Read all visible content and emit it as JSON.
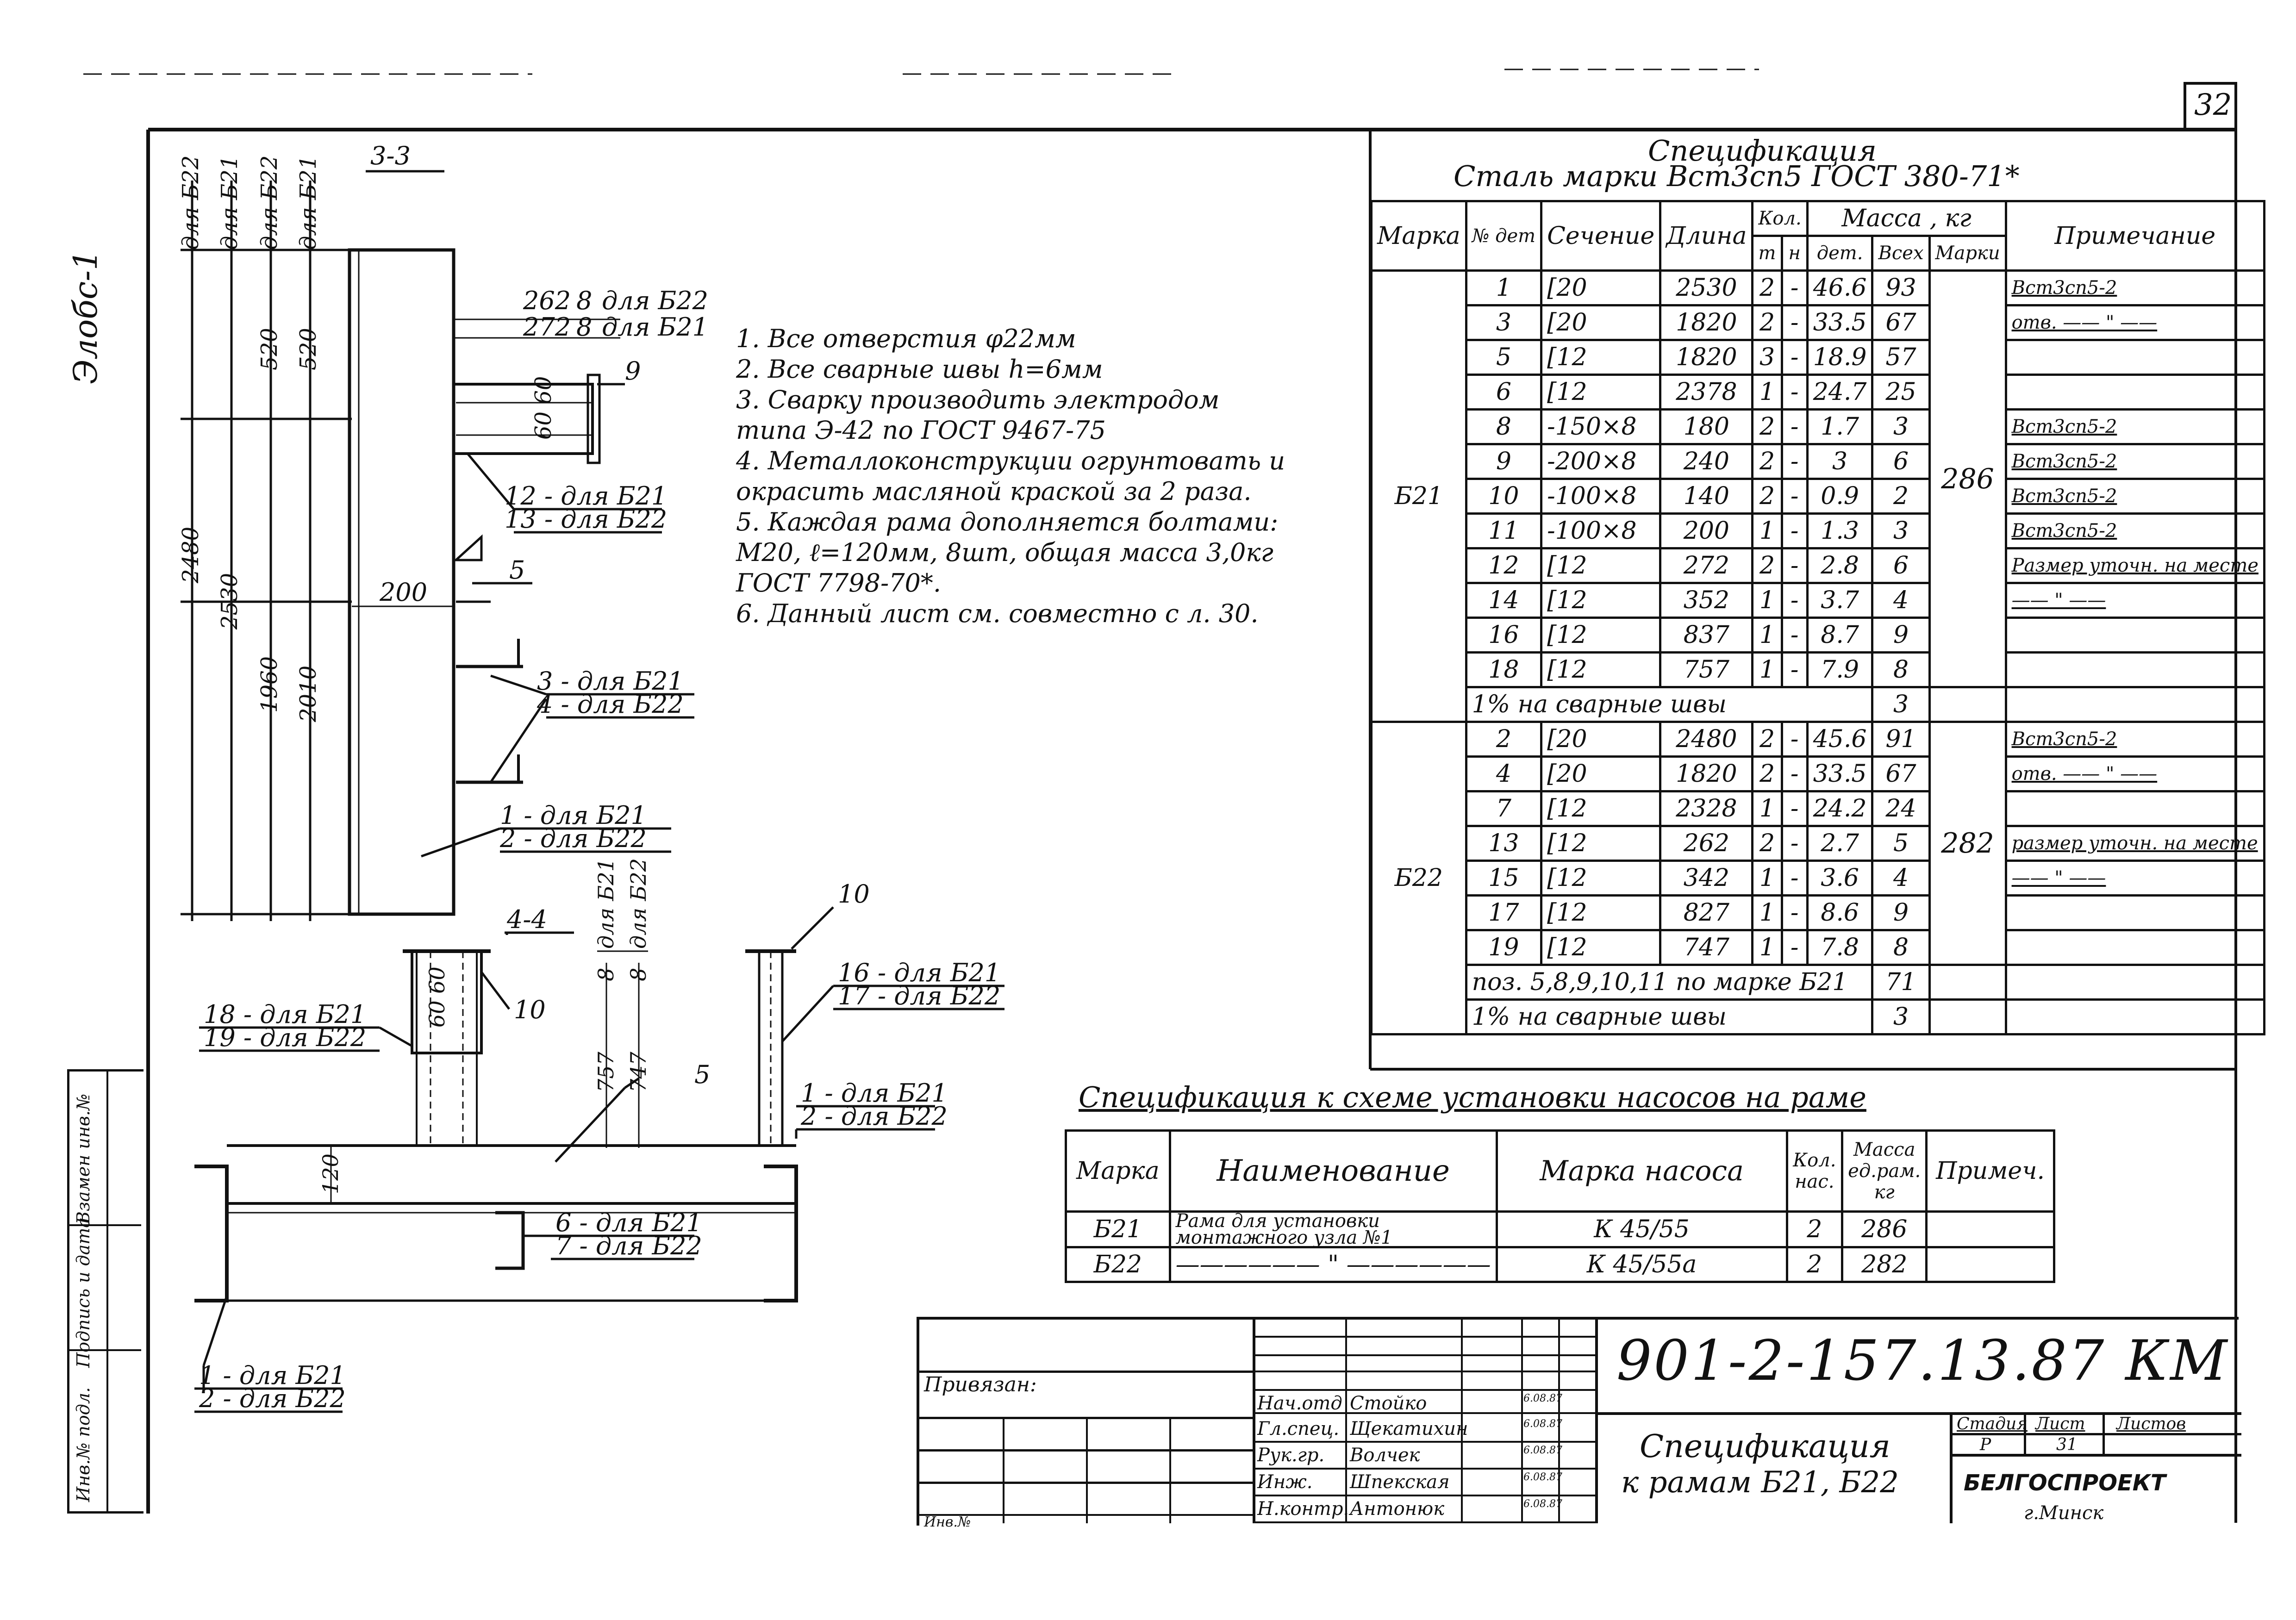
{
  "sheet_number": "32",
  "section_33": {
    "label": "3-3",
    "col_labels": [
      "для Б22",
      "для Б21",
      "для Б22",
      "для Б21"
    ],
    "dims_vertical": [
      "2480",
      "2530",
      "520",
      "520",
      "1960",
      "2010"
    ],
    "dim_200": "200",
    "dims_top": [
      {
        "value": "262",
        "n": "8",
        "for": "для Б22"
      },
      {
        "value": "272",
        "n": "8",
        "for": "для Б21"
      }
    ],
    "dim_6060": "60 60",
    "callouts": [
      "9",
      "12 - для Б21",
      "13 - для Б22",
      "5",
      "3 - для Б21",
      "4 - для Б22",
      "1 - для Б21",
      "2 - для Б22"
    ]
  },
  "section_44": {
    "label": "4-4",
    "dims_vertical": [
      "8",
      "для Б21",
      "8",
      "для Б22",
      "757",
      "747",
      "120"
    ],
    "dim_6060": "60 60",
    "callouts": [
      "10",
      "10",
      "16 - для Б21",
      "17 - для Б22",
      "18 - для Б21",
      "19 - для Б22",
      "5",
      "1 - для Б21",
      "2 - для Б22",
      "6 - для Б21",
      "7 - для Б22",
      "1 - для Б21",
      "2 - для Б22"
    ]
  },
  "margin_note": "Элобс-1",
  "notes": [
    "1. Все отверстия φ22мм",
    "2. Все сварные швы h=6мм",
    "3. Сварку производить электродом",
    "типа Э-42 по ГОСТ 9467-75",
    "4. Металлоконструкции огрунтовать и",
    "окрасить масляной краской за 2 раза.",
    "5. Каждая рама дополняется болтами:",
    "М20, ℓ=120мм, 8шт, общая масса 3,0кг",
    "ГОСТ 7798-70*.",
    "6. Данный лист см. совместно с л. 30."
  ],
  "spec": {
    "title": "Спецификация",
    "subtitle": "Сталь марки Вст3сп5 ГОСТ 380-71*",
    "headers": {
      "marka": "Марка",
      "num": "№ дет",
      "section": "Сечение",
      "length": "Длина",
      "qty": "Кол.",
      "qty_t": "т",
      "qty_n": "н",
      "mass": "Масса , кг",
      "mass_det": "дет.",
      "mass_all": "Всех",
      "mass_marka": "Марки",
      "note": "Примечание"
    },
    "groups": [
      {
        "marka": "Б21",
        "total": "286",
        "rows": [
          {
            "n": "1",
            "s": "[20",
            "l": "2530",
            "t": "2",
            "h": "-",
            "md": "46.6",
            "ma": "93",
            "note": "Вст3сп5-2"
          },
          {
            "n": "3",
            "s": "[20",
            "l": "1820",
            "t": "2",
            "h": "-",
            "md": "33.5",
            "ma": "67",
            "note": "отв. —— \" ——"
          },
          {
            "n": "5",
            "s": "[12",
            "l": "1820",
            "t": "3",
            "h": "-",
            "md": "18.9",
            "ma": "57",
            "note": ""
          },
          {
            "n": "6",
            "s": "[12",
            "l": "2378",
            "t": "1",
            "h": "-",
            "md": "24.7",
            "ma": "25",
            "note": ""
          },
          {
            "n": "8",
            "s": "-150×8",
            "l": "180",
            "t": "2",
            "h": "-",
            "md": "1.7",
            "ma": "3",
            "note": "Вст3сп5-2"
          },
          {
            "n": "9",
            "s": "-200×8",
            "l": "240",
            "t": "2",
            "h": "-",
            "md": "3",
            "ma": "6",
            "note": "Вст3сп5-2"
          },
          {
            "n": "10",
            "s": "-100×8",
            "l": "140",
            "t": "2",
            "h": "-",
            "md": "0.9",
            "ma": "2",
            "note": "Вст3сп5-2"
          },
          {
            "n": "11",
            "s": "-100×8",
            "l": "200",
            "t": "1",
            "h": "-",
            "md": "1.3",
            "ma": "3",
            "note": "Вст3сп5-2"
          },
          {
            "n": "12",
            "s": "[12",
            "l": "272",
            "t": "2",
            "h": "-",
            "md": "2.8",
            "ma": "6",
            "note": "Размер уточн. на месте"
          },
          {
            "n": "14",
            "s": "[12",
            "l": "352",
            "t": "1",
            "h": "-",
            "md": "3.7",
            "ma": "4",
            "note": "—— \" ——"
          },
          {
            "n": "16",
            "s": "[12",
            "l": "837",
            "t": "1",
            "h": "-",
            "md": "8.7",
            "ma": "9",
            "note": ""
          },
          {
            "n": "18",
            "s": "[12",
            "l": "757",
            "t": "1",
            "h": "-",
            "md": "7.9",
            "ma": "8",
            "note": ""
          }
        ],
        "welds": {
          "label": "1% на сварные швы",
          "value": "3"
        }
      },
      {
        "marka": "Б22",
        "total": "282",
        "rows": [
          {
            "n": "2",
            "s": "[20",
            "l": "2480",
            "t": "2",
            "h": "-",
            "md": "45.6",
            "ma": "91",
            "note": "Вст3сп5-2"
          },
          {
            "n": "4",
            "s": "[20",
            "l": "1820",
            "t": "2",
            "h": "-",
            "md": "33.5",
            "ma": "67",
            "note": "отв. —— \" ——"
          },
          {
            "n": "7",
            "s": "[12",
            "l": "2328",
            "t": "1",
            "h": "-",
            "md": "24.2",
            "ma": "24",
            "note": ""
          },
          {
            "n": "13",
            "s": "[12",
            "l": "262",
            "t": "2",
            "h": "-",
            "md": "2.7",
            "ma": "5",
            "note": "размер уточн. на месте"
          },
          {
            "n": "15",
            "s": "[12",
            "l": "342",
            "t": "1",
            "h": "-",
            "md": "3.6",
            "ma": "4",
            "note": "—— \" ——"
          },
          {
            "n": "17",
            "s": "[12",
            "l": "827",
            "t": "1",
            "h": "-",
            "md": "8.6",
            "ma": "9",
            "note": ""
          },
          {
            "n": "19",
            "s": "[12",
            "l": "747",
            "t": "1",
            "h": "-",
            "md": "7.8",
            "ma": "8",
            "note": ""
          }
        ],
        "pos_row": {
          "label": "поз. 5,8,9,10,11 по марке Б21",
          "value": "71"
        },
        "welds": {
          "label": "1% на сварные швы",
          "value": "3"
        }
      }
    ]
  },
  "pump_spec": {
    "title": "Спецификация к схеме установки насосов на раме",
    "headers": [
      "Марка",
      "Наименование",
      "Марка насоса",
      "Кол. нас.",
      "Масса ед.рам. кг",
      "Примеч."
    ],
    "rows": [
      {
        "marka": "Б21",
        "name": "Рама для установки монтажного узла №1",
        "pump": "К 45/55",
        "qty": "2",
        "mass": "286",
        "note": ""
      },
      {
        "marka": "Б22",
        "name": "—————— \" ——————",
        "pump": "К 45/55а",
        "qty": "2",
        "mass": "282",
        "note": ""
      }
    ]
  },
  "title_block": {
    "doc_code": "901-2-157.13.87 КМ",
    "privyazan": "Привязан:",
    "roles": [
      {
        "role": "Нач.отд",
        "name": "Стойко",
        "date": "6.08.87"
      },
      {
        "role": "Гл.спец.",
        "name": "Щекатихин",
        "date": "6.08.87"
      },
      {
        "role": "Рук.гр.",
        "name": "Волчек",
        "date": "6.08.87"
      },
      {
        "role": "Инж.",
        "name": "Шпекская",
        "date": "6.08.87"
      },
      {
        "role": "Н.контр.",
        "name": "Антонюк",
        "date": "6.08.87"
      }
    ],
    "drawing_title_1": "Спецификация",
    "drawing_title_2": "к рамам Б21, Б22",
    "stage_label": "Стадия",
    "sheet_label": "Лист",
    "sheets_label": "Листов",
    "stage": "Р",
    "sheet": "31",
    "org": "БЕЛГОСПРОЕКТ",
    "city": "г.Минск",
    "inv": "Инв.№"
  },
  "side_strip": [
    "Инв.№ подл.",
    "Подпись и дата",
    "Взамен инв.№"
  ]
}
